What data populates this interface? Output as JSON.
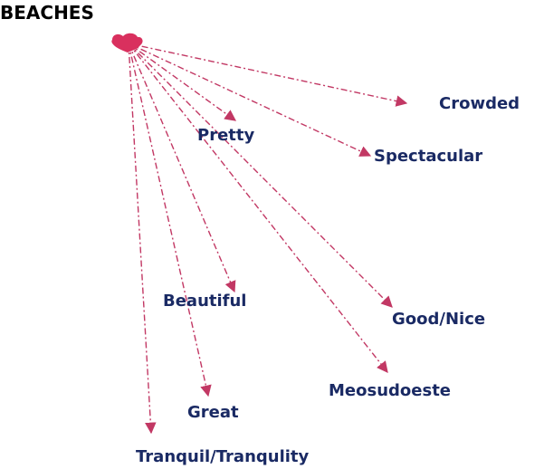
{
  "title": "BEACHES",
  "colors": {
    "title": "#000000",
    "label": "#1a2a64",
    "edge": "#c23864",
    "node": "#d9305e"
  },
  "hub": {
    "icon": "heart-cluster-icon"
  },
  "terms": [
    {
      "id": "crowded",
      "text": "Crowded"
    },
    {
      "id": "pretty",
      "text": "Pretty"
    },
    {
      "id": "spectacular",
      "text": "Spectacular"
    },
    {
      "id": "beautiful",
      "text": "Beautiful"
    },
    {
      "id": "good-nice",
      "text": "Good/Nice"
    },
    {
      "id": "meosudoeste",
      "text": "Meosudoeste"
    },
    {
      "id": "great",
      "text": "Great"
    },
    {
      "id": "tranquil",
      "text": "Tranquil/Tranqulity"
    }
  ]
}
